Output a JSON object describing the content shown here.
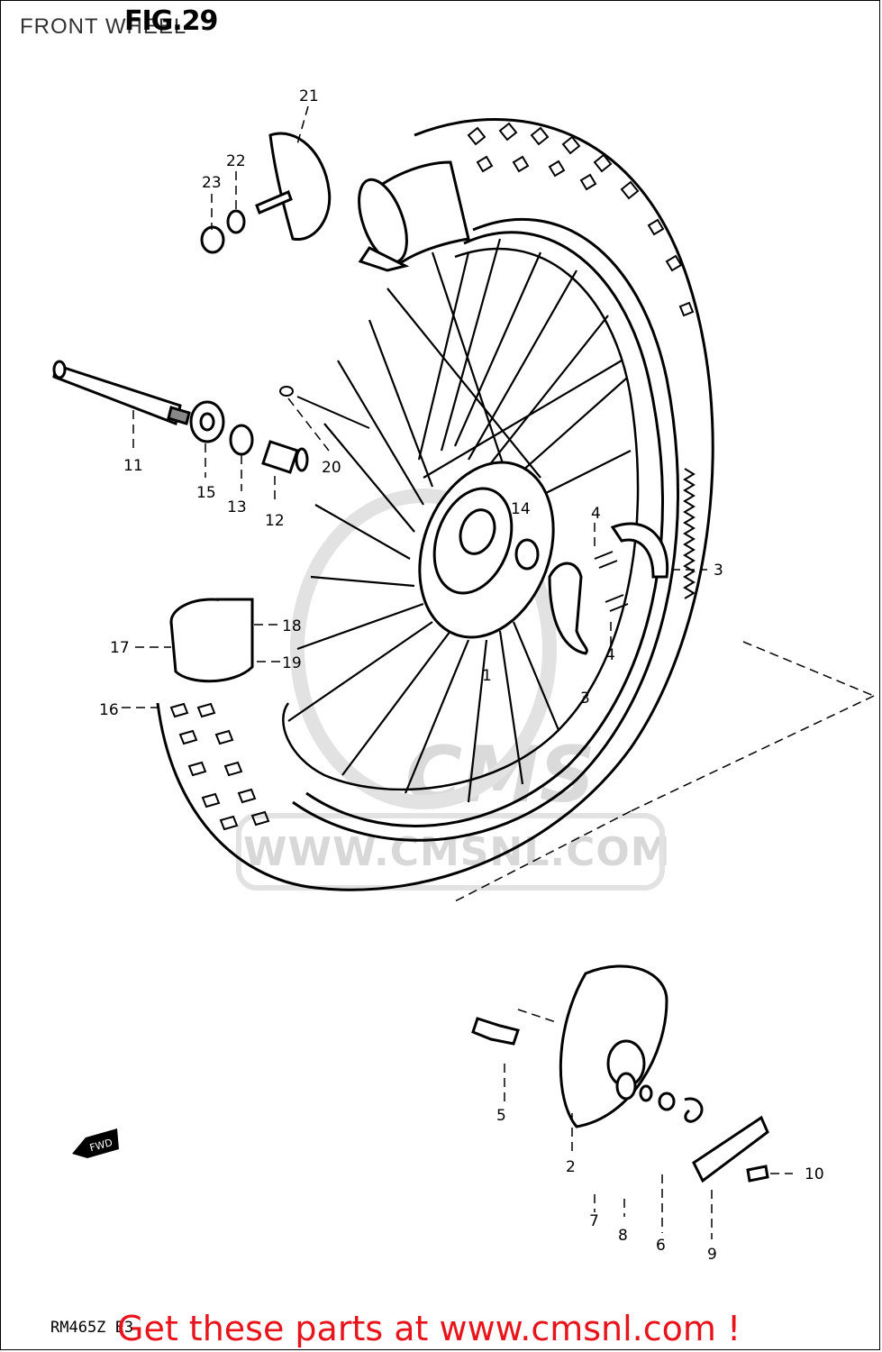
{
  "header": {
    "page_title": "FRONT WHEEL",
    "figure_title": "FIG.29"
  },
  "watermark": {
    "logo_text": "CMS",
    "url_text": "WWW.CMSNL.COM"
  },
  "footer": {
    "model_code": "RM465Z E3",
    "promo_text": "Get these parts at www.cmsnl.com !"
  },
  "arrow_label": "FWD",
  "callouts": {
    "c1": "1",
    "c2": "2",
    "c3a": "3",
    "c3b": "3",
    "c4a": "4",
    "c4b": "4",
    "c5": "5",
    "c6": "6",
    "c7": "7",
    "c8": "8",
    "c9": "9",
    "c10": "10",
    "c11": "11",
    "c12": "12",
    "c13": "13",
    "c14": "14",
    "c15": "15",
    "c16": "16",
    "c17": "17",
    "c18": "18",
    "c19": "19",
    "c20": "20",
    "c21": "21",
    "c22": "22",
    "c23": "23"
  }
}
